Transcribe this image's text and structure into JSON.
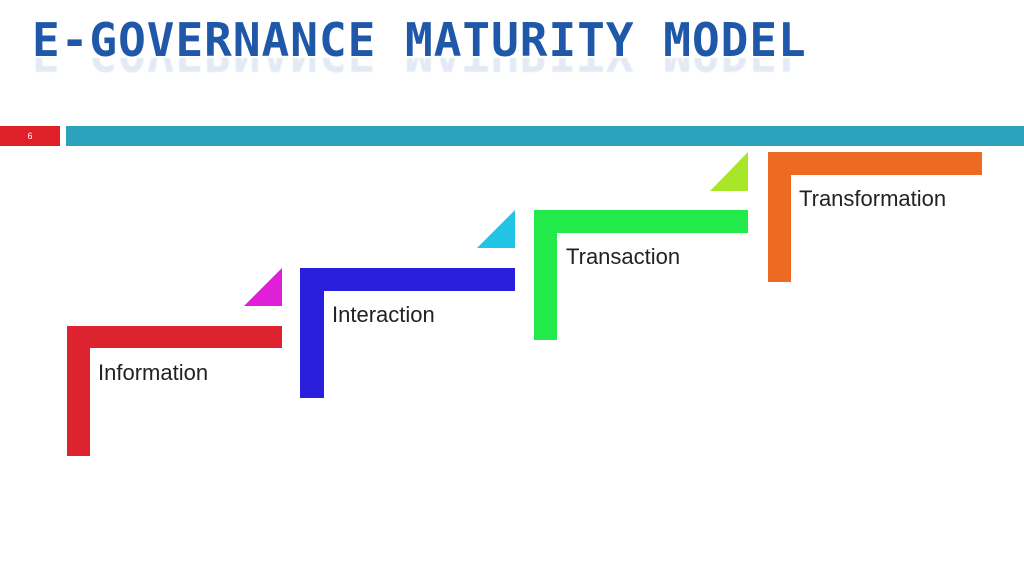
{
  "title": "E-GOVERNANCE MATURITY MODEL",
  "slide_number": "6",
  "colors": {
    "title": "#1f58a8",
    "slide_number_bg": "#e02028",
    "header_bar": "#2ca2be"
  },
  "steps": [
    {
      "label": "Information",
      "color": "#dd2230",
      "accent": "#e020d8"
    },
    {
      "label": "Interaction",
      "color": "#2a1fdc",
      "accent": "#22c4e6"
    },
    {
      "label": "Transaction",
      "color": "#22ea4a",
      "accent": "#a8e62a"
    },
    {
      "label": "Transformation",
      "color": "#ec6a22",
      "accent": null
    }
  ]
}
